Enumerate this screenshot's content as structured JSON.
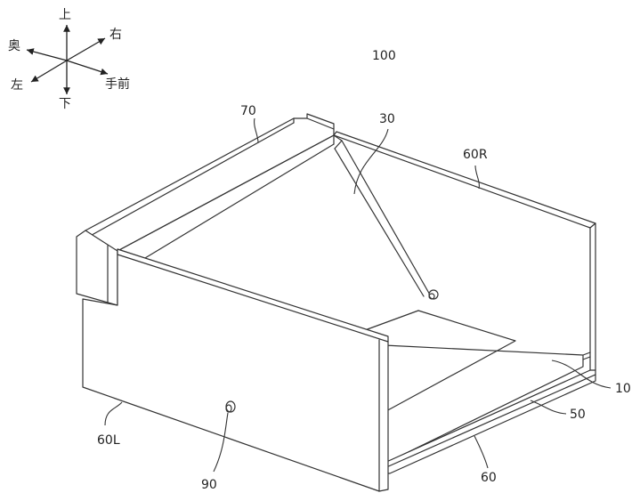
{
  "figure_number": "100",
  "directions": {
    "up": "上",
    "down": "下",
    "back": "奥",
    "front": "手前",
    "left": "左",
    "right": "右"
  },
  "labels": {
    "frame_70": "70",
    "light_30": "30",
    "side_wall_right": "60R",
    "side_wall_left": "60L",
    "base_plate_10": "10",
    "layer_50": "50",
    "bottom_60": "60",
    "knob_90": "90"
  }
}
